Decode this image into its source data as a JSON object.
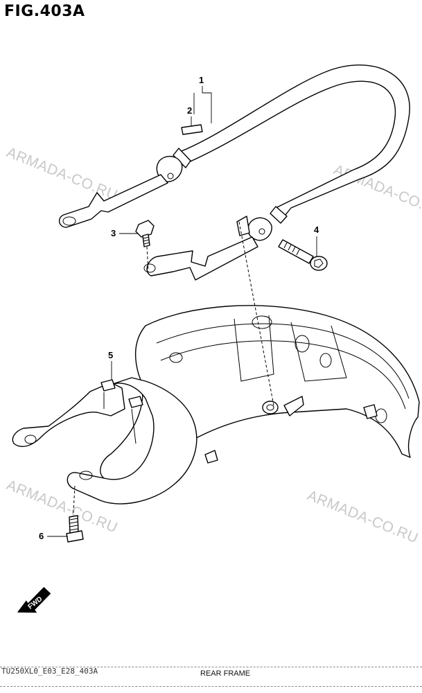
{
  "figure": {
    "id": "FIG.403A",
    "code": "TU250XL0_E03_E28_403A",
    "section_title": "REAR FRAME"
  },
  "callouts": [
    {
      "number": "1"
    },
    {
      "number": "2"
    },
    {
      "number": "3"
    },
    {
      "number": "4"
    },
    {
      "number": "5"
    },
    {
      "number": "6"
    }
  ],
  "watermark": "ARMADA-CO.RU",
  "fwd_label": "FWD",
  "colors": {
    "line": "#000000",
    "watermark": "#c8c8c8",
    "background": "#ffffff"
  }
}
